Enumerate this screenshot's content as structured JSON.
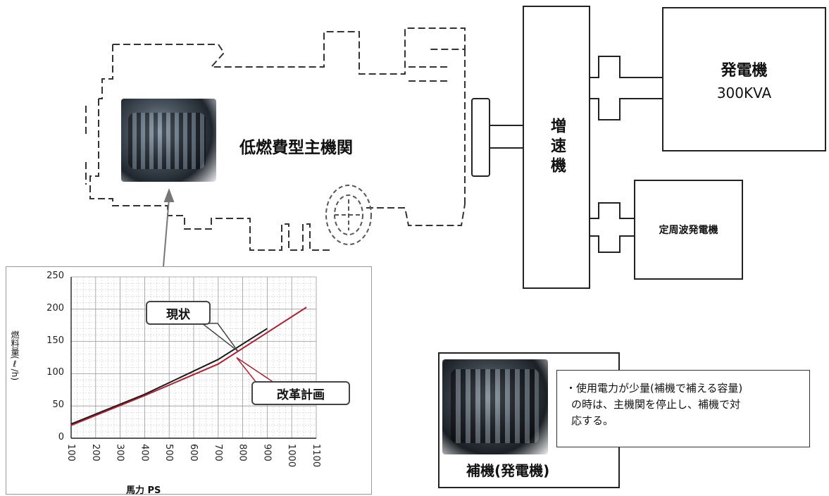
{
  "engine": {
    "label": "低燃費型主機関"
  },
  "gearbox": {
    "label": "増速機"
  },
  "generator": {
    "title": "発電機",
    "capacity": "300KVA"
  },
  "freq_generator": {
    "label": "定周波発電機"
  },
  "aux_generator": {
    "caption": "補機(発電機)",
    "note_lines": [
      "・使用電力が少量(補機で補える容量)",
      "の時は、主機関を停止し、補機で対",
      "応する。"
    ]
  },
  "chart_data": {
    "type": "line",
    "xlabel": "馬力 PS",
    "ylabel": "燃料量(ℓ/h)",
    "x_ticks": [
      100,
      200,
      300,
      400,
      500,
      600,
      700,
      800,
      900,
      1000,
      1100
    ],
    "y_ticks": [
      0,
      50,
      100,
      150,
      200,
      250
    ],
    "xlim": [
      100,
      1100
    ],
    "ylim": [
      0,
      250
    ],
    "grid": true,
    "series": [
      {
        "name": "現状",
        "color": "#1a1a1a",
        "points": [
          [
            100,
            22
          ],
          [
            400,
            68
          ],
          [
            700,
            122
          ],
          [
            900,
            170
          ]
        ]
      },
      {
        "name": "改革計画",
        "color": "#b02030",
        "points": [
          [
            100,
            20
          ],
          [
            400,
            66
          ],
          [
            700,
            115
          ],
          [
            1060,
            203
          ]
        ]
      }
    ]
  }
}
